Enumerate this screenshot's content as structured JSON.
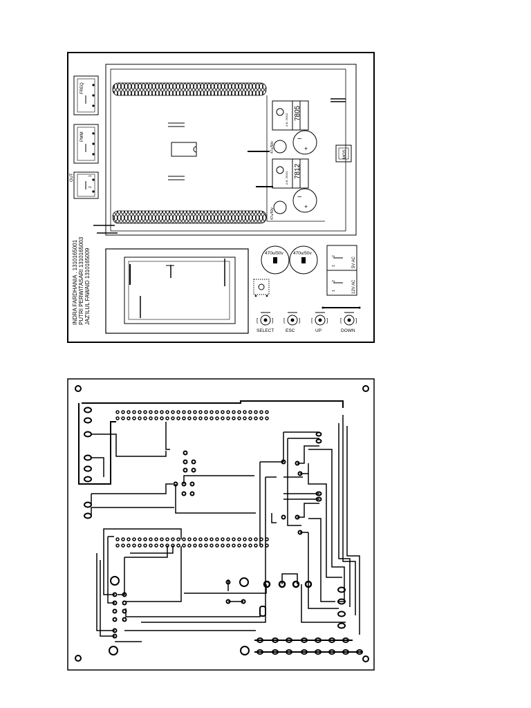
{
  "component_layout": {
    "connectors": {
      "freq": "FREQ",
      "pwm": "PWM",
      "out": "OUT",
      "out_pin_2": "2",
      "out_pin_1": "1"
    },
    "authors": [
      "INDRA FARDHANIA .  1310165001",
      "PUTRI PERWITASARI 1310165003",
      "JAZ'ILUL FAWAID      1310165009"
    ],
    "regulators": {
      "reg_5v": "7805",
      "reg_12v": "7812",
      "heatsink_label": "A.B. 26311"
    },
    "capacitors": {
      "small_cap": "47u/50v",
      "big_cap_1": "470u/50v",
      "big_cap_2": "470u/50v",
      "minus": "−",
      "plus": "+"
    },
    "mosfet": "MOS",
    "power_terminals": {
      "ac_5v": "5V AC",
      "ac_12v": "12V AC",
      "pin_2": "2",
      "pin_1": "1"
    },
    "buttons": [
      "SELECT",
      "ESC",
      "UP",
      "DOWN"
    ]
  }
}
